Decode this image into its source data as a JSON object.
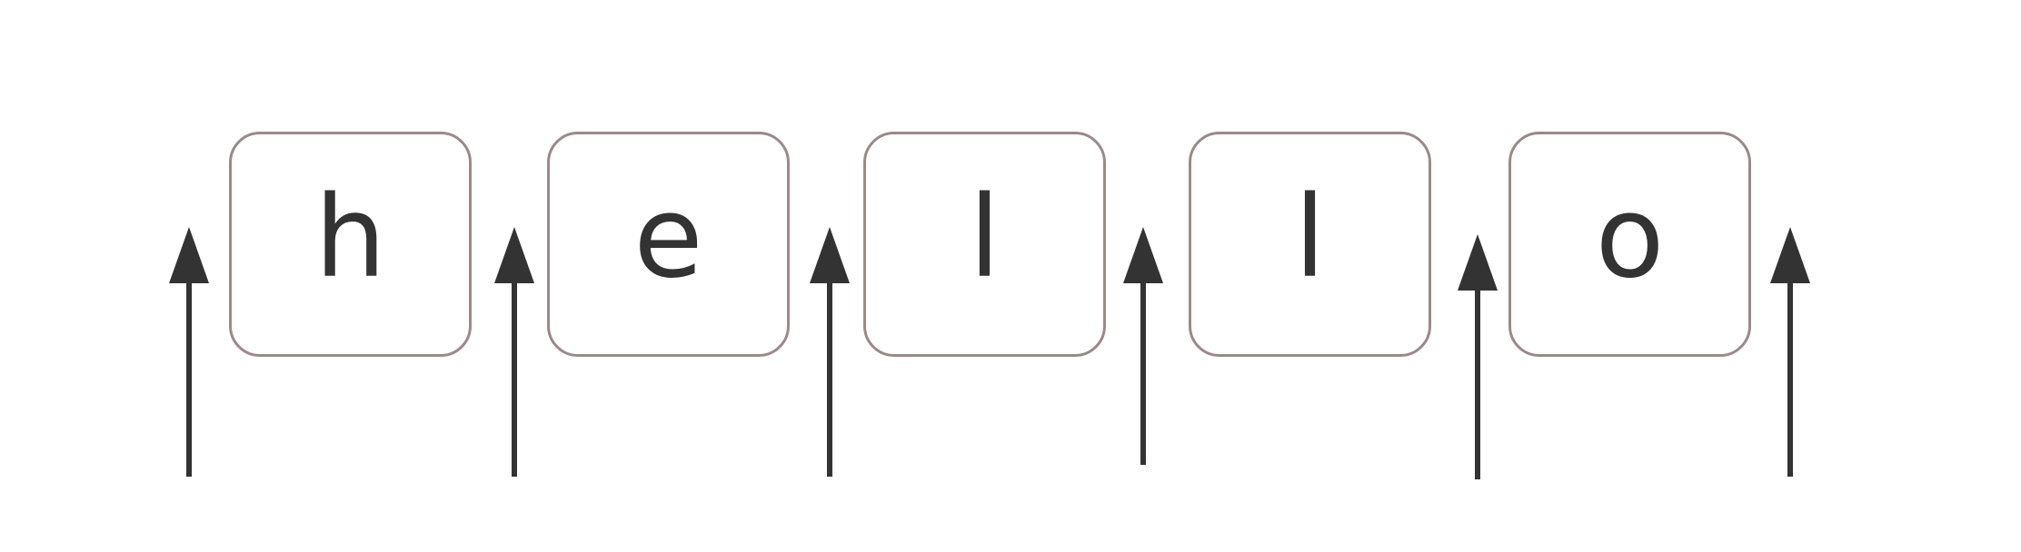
{
  "letters": [
    "h",
    "e",
    "l",
    "l",
    "o"
  ],
  "colors": {
    "box_border": "#9a8a8a",
    "text": "#333333",
    "arrow": "#333333",
    "background": "#ffffff"
  },
  "icons": {
    "arrow": "up-arrow-icon"
  }
}
